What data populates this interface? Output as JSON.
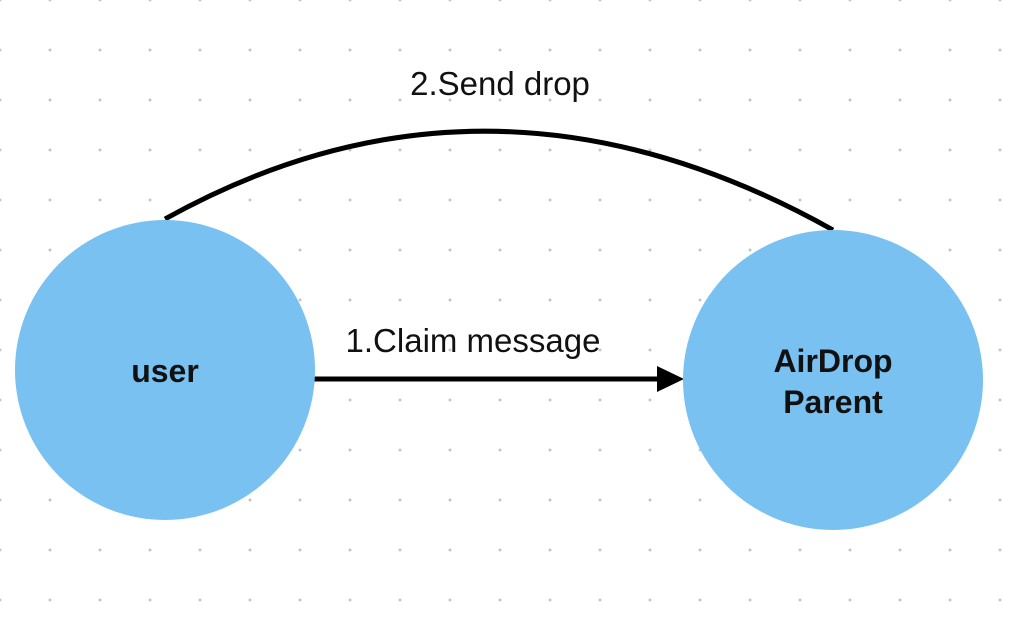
{
  "colors": {
    "node_fill": "#78c1f0",
    "edge": "#000000",
    "text": "#111111",
    "grid_dot": "#c4c4c4"
  },
  "nodes": {
    "user": {
      "label": "user"
    },
    "airdrop_parent": {
      "label_lines": [
        "AirDrop",
        "Parent"
      ]
    }
  },
  "edges": {
    "claim": {
      "label": "1.Claim message"
    },
    "send": {
      "label": "2.Send drop"
    }
  }
}
